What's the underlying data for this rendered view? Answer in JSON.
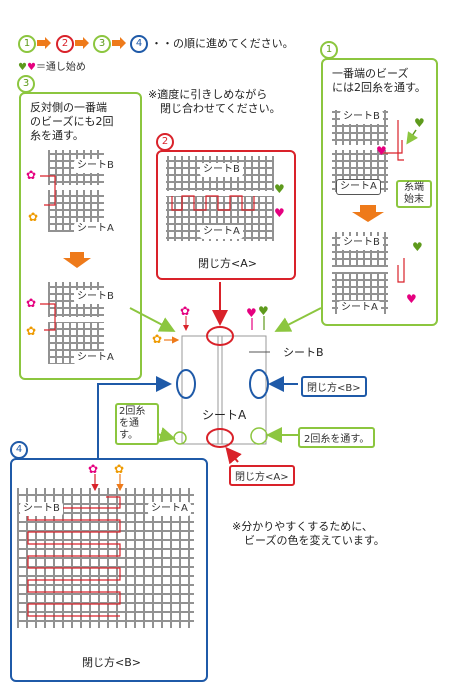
{
  "header": {
    "steps": [
      "1",
      "2",
      "3",
      "4"
    ],
    "order_text": "・・の順に進めてください。",
    "legend_text": "＝通し始め"
  },
  "note_top": [
    "※適度に引きしめながら",
    "閉じ合わせてください。"
  ],
  "panel1": {
    "num": "1",
    "text": [
      "一番端のビーズ",
      "には2回糸を通す。"
    ],
    "sheet_b": "シートB",
    "sheet_a": "シートA",
    "tail_label": [
      "糸端",
      "始末"
    ],
    "sheet_b2": "シートB",
    "sheet_a2": "シートA"
  },
  "panel2": {
    "num": "2",
    "sheet_b": "シートB",
    "sheet_a": "シートA",
    "caption": "閉じ方<A>"
  },
  "panel3": {
    "num": "3",
    "text": [
      "反対側の一番端",
      "のビーズにも2回",
      "糸を通す。"
    ],
    "sheet_b": "シートB",
    "sheet_a": "シートA",
    "sheet_b2": "シートB",
    "sheet_a2": "シートA"
  },
  "center": {
    "sheet_b": "シートB",
    "sheet_a": "シートA",
    "closing_b": "閉じ方<B>",
    "two_pass_left": [
      "2回糸",
      "を通す。"
    ],
    "two_pass_right": "2回糸を通す。",
    "closing_a": "閉じ方<A>"
  },
  "panel4": {
    "num": "4",
    "sheet_b": "シートB",
    "sheet_a": "シートA",
    "caption": "閉じ方<B>"
  },
  "note_bottom": [
    "※分かりやすくするために、",
    "ビーズの色を変えています。"
  ],
  "colors": {
    "green": "#8cc63f",
    "red": "#d9222a",
    "blue": "#1f5aa8",
    "orange": "#ee7a1a",
    "pink": "#e5007f"
  }
}
